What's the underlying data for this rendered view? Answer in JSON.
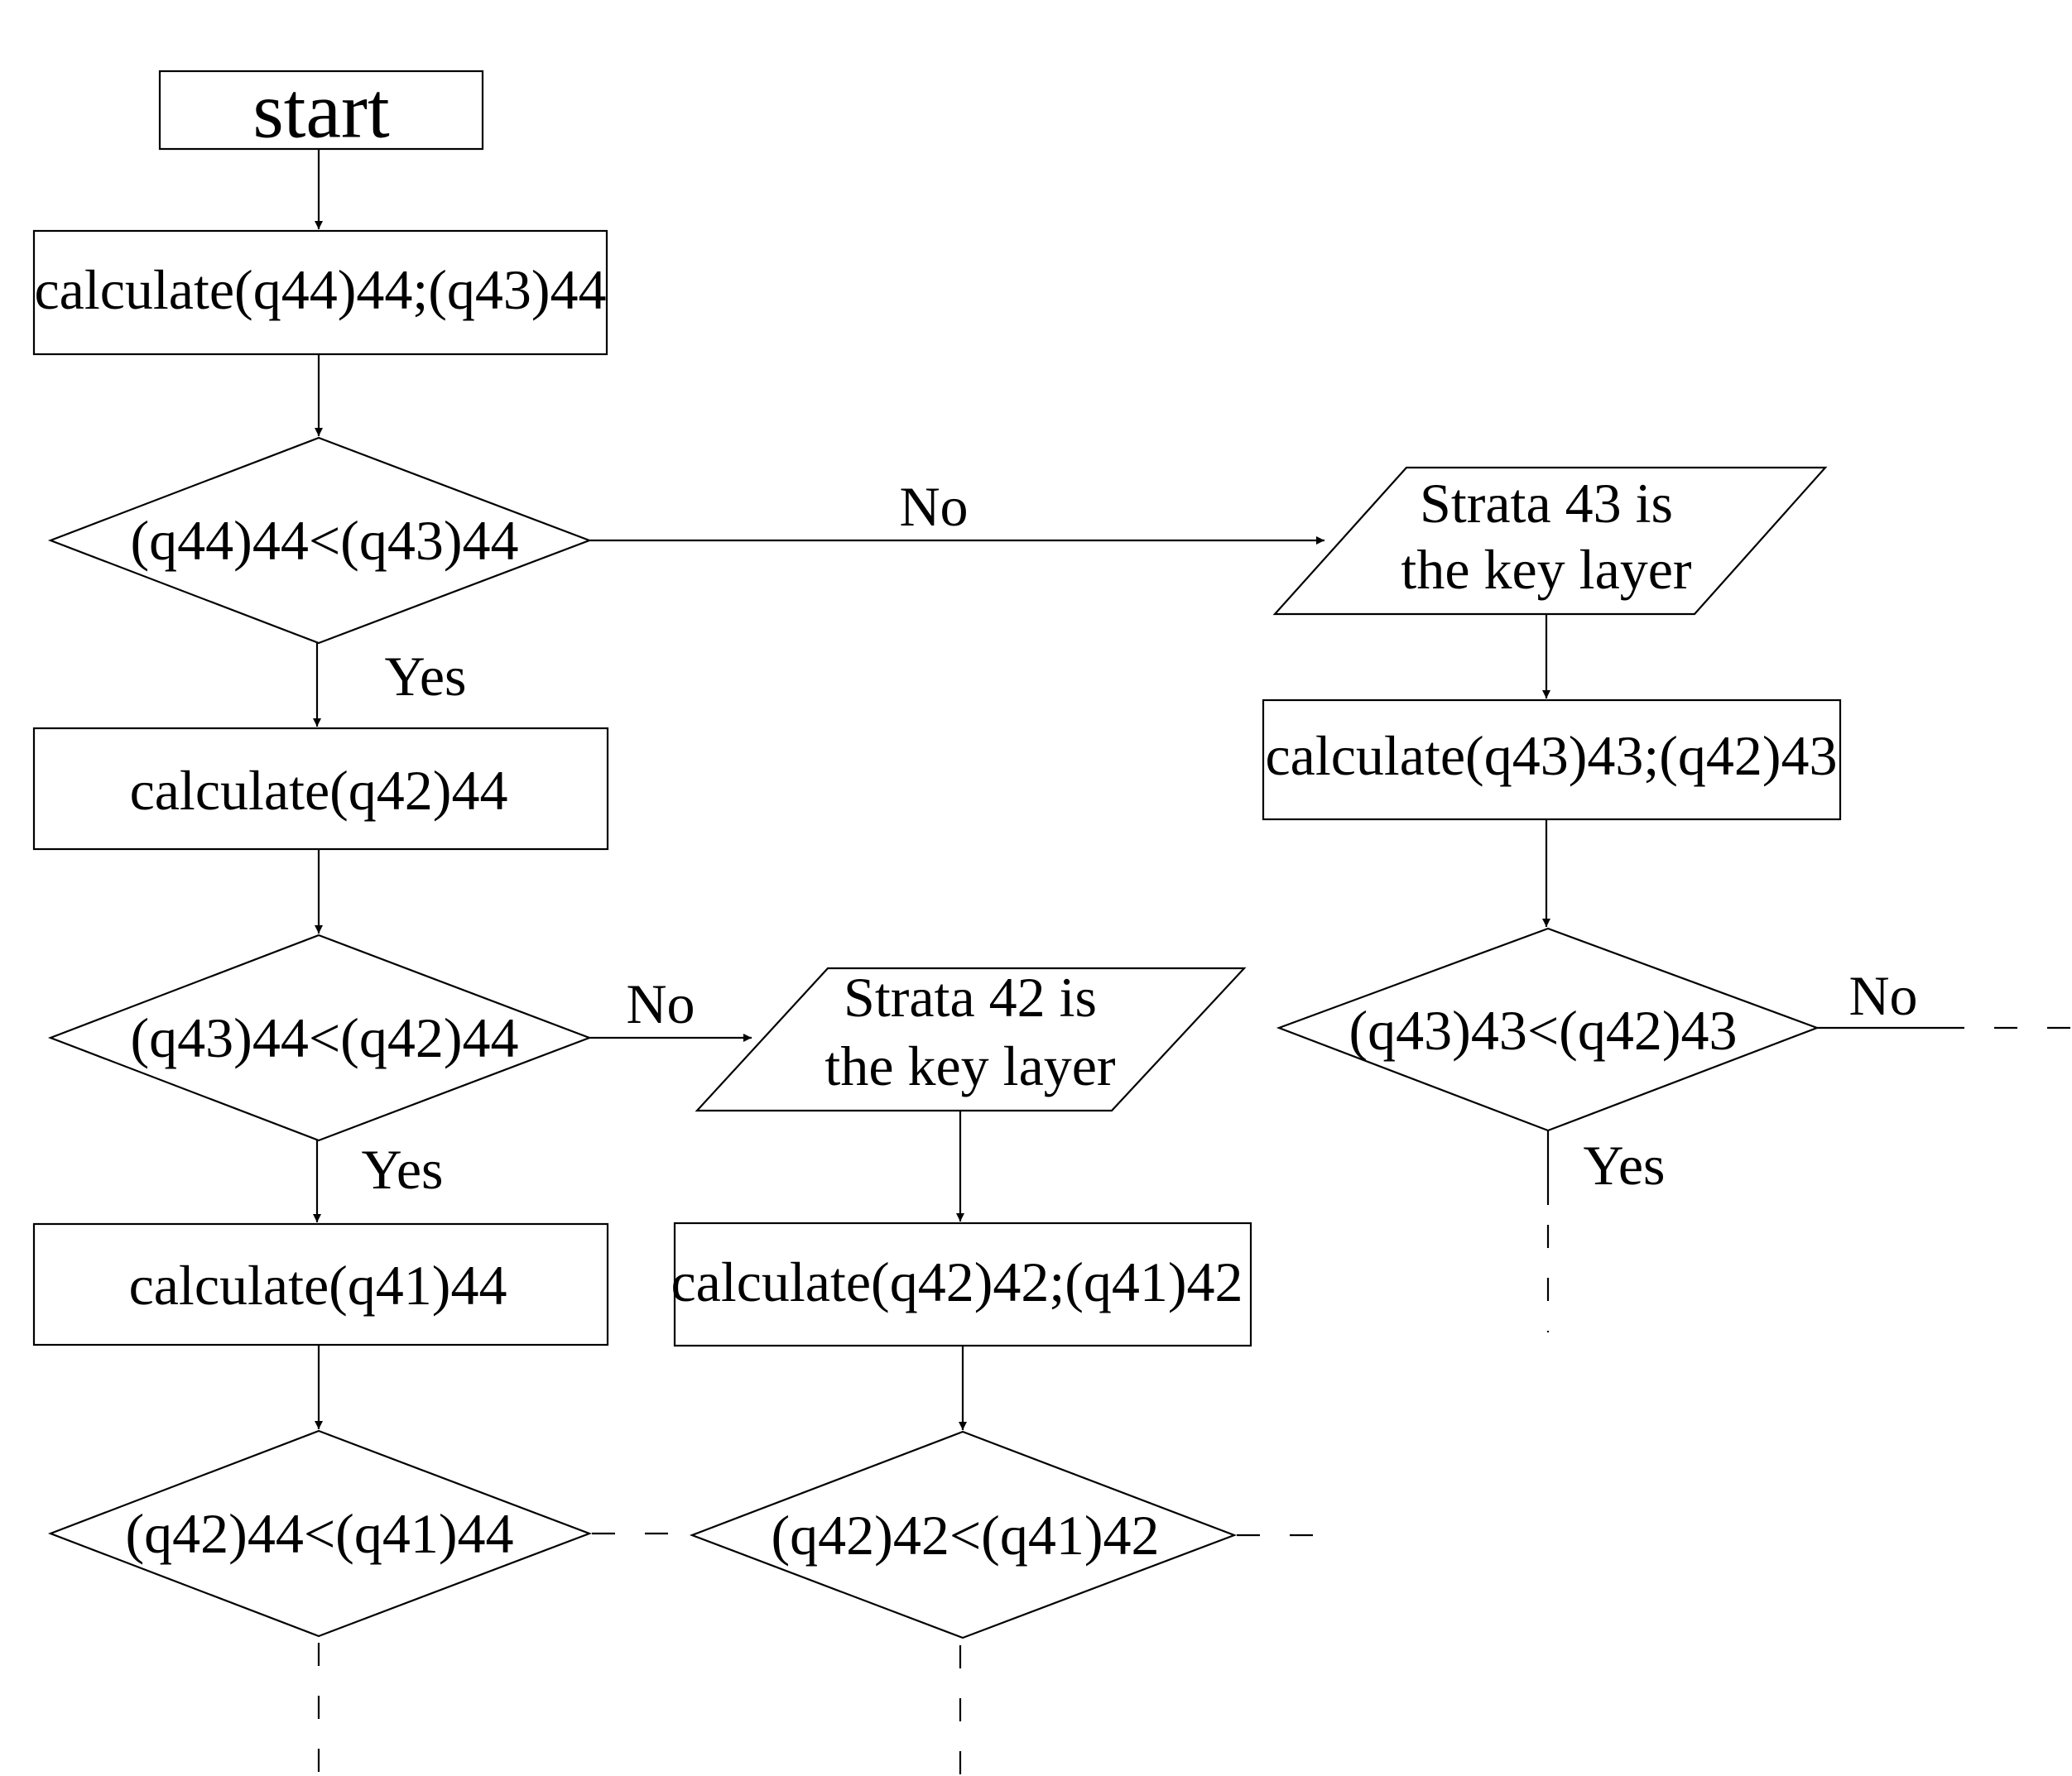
{
  "nodes": [
    {
      "id": "start",
      "shape": "terminal",
      "text": "start"
    },
    {
      "id": "calc1",
      "shape": "process",
      "text": "calculate(q44)44;(q43)44"
    },
    {
      "id": "dec1",
      "shape": "decision",
      "text": "(q44)44<(q43)44"
    },
    {
      "id": "io43",
      "shape": "io",
      "line1": "Strata 43 is",
      "line2": "the key layer"
    },
    {
      "id": "calc43",
      "shape": "process",
      "text": "calculate(q43)43;(q42)43"
    },
    {
      "id": "dec43",
      "shape": "decision",
      "text": "(q43)43<(q42)43"
    },
    {
      "id": "calc2",
      "shape": "process",
      "text": "calculate(q42)44"
    },
    {
      "id": "dec2",
      "shape": "decision",
      "text": "(q43)44<(q42)44"
    },
    {
      "id": "io42",
      "shape": "io",
      "line1": "Strata 42 is",
      "line2": "the key layer"
    },
    {
      "id": "calc42",
      "shape": "process",
      "text": "calculate(q42)42;(q41)42"
    },
    {
      "id": "dec42",
      "shape": "decision",
      "text": "(q42)42<(q41)42"
    },
    {
      "id": "calc3",
      "shape": "process",
      "text": "calculate(q41)44"
    },
    {
      "id": "dec3",
      "shape": "decision",
      "text": "(q42)44<(q41)44"
    }
  ],
  "edges": [
    {
      "from": "start",
      "to": "calc1",
      "label": ""
    },
    {
      "from": "calc1",
      "to": "dec1",
      "label": ""
    },
    {
      "from": "dec1",
      "to": "io43",
      "label": "No"
    },
    {
      "from": "dec1",
      "to": "calc2",
      "label": "Yes"
    },
    {
      "from": "io43",
      "to": "calc43",
      "label": ""
    },
    {
      "from": "calc43",
      "to": "dec43",
      "label": ""
    },
    {
      "from": "dec43",
      "to": "",
      "label": "No"
    },
    {
      "from": "dec43",
      "to": "",
      "label": "Yes"
    },
    {
      "from": "calc2",
      "to": "dec2",
      "label": ""
    },
    {
      "from": "dec2",
      "to": "io42",
      "label": "No"
    },
    {
      "from": "dec2",
      "to": "calc3",
      "label": "Yes"
    },
    {
      "from": "io42",
      "to": "calc42",
      "label": ""
    },
    {
      "from": "calc42",
      "to": "dec42",
      "label": ""
    },
    {
      "from": "calc3",
      "to": "dec3",
      "label": ""
    }
  ]
}
